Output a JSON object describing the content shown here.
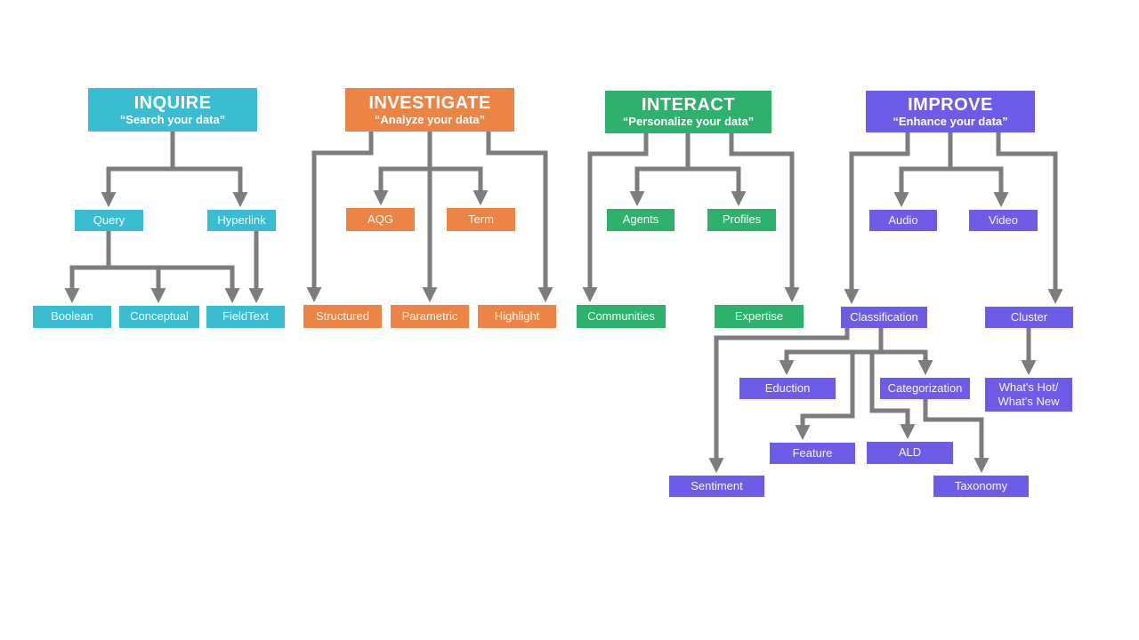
{
  "canvas": {
    "background": "#ffffff",
    "connector_color": "#7d7d7d"
  },
  "branches": [
    {
      "title": "INQUIRE",
      "subtitle": "“Search your data”",
      "color": "#3bbdd1",
      "nodes": {
        "query": "Query",
        "hyperlink": "Hyperlink",
        "boolean": "Boolean",
        "conceptual": "Conceptual",
        "fieldtext": "FieldText"
      }
    },
    {
      "title": "INVESTIGATE",
      "subtitle": "“Analyze your data”",
      "color": "#eb8445",
      "nodes": {
        "aqg": "AQG",
        "term": "Term",
        "structured": "Structured",
        "parametric": "Parametric",
        "highlight": "Highlight"
      }
    },
    {
      "title": "INTERACT",
      "subtitle": "“Personalize your data”",
      "color": "#2eb16c",
      "nodes": {
        "agents": "Agents",
        "profiles": "Profiles",
        "communities": "Communities",
        "expertise": "Expertise"
      }
    },
    {
      "title": "IMPROVE",
      "subtitle": "“Enhance your data”",
      "color": "#6c5ce7",
      "nodes": {
        "audio": "Audio",
        "video": "Video",
        "classification": "Classification",
        "cluster": "Cluster",
        "eduction": "Eduction",
        "categorization": "Categorization",
        "whats_hot": "What's Hot/\nWhat's New",
        "feature": "Feature",
        "ald": "ALD",
        "sentiment": "Sentiment",
        "taxonomy": "Taxonomy"
      }
    }
  ]
}
